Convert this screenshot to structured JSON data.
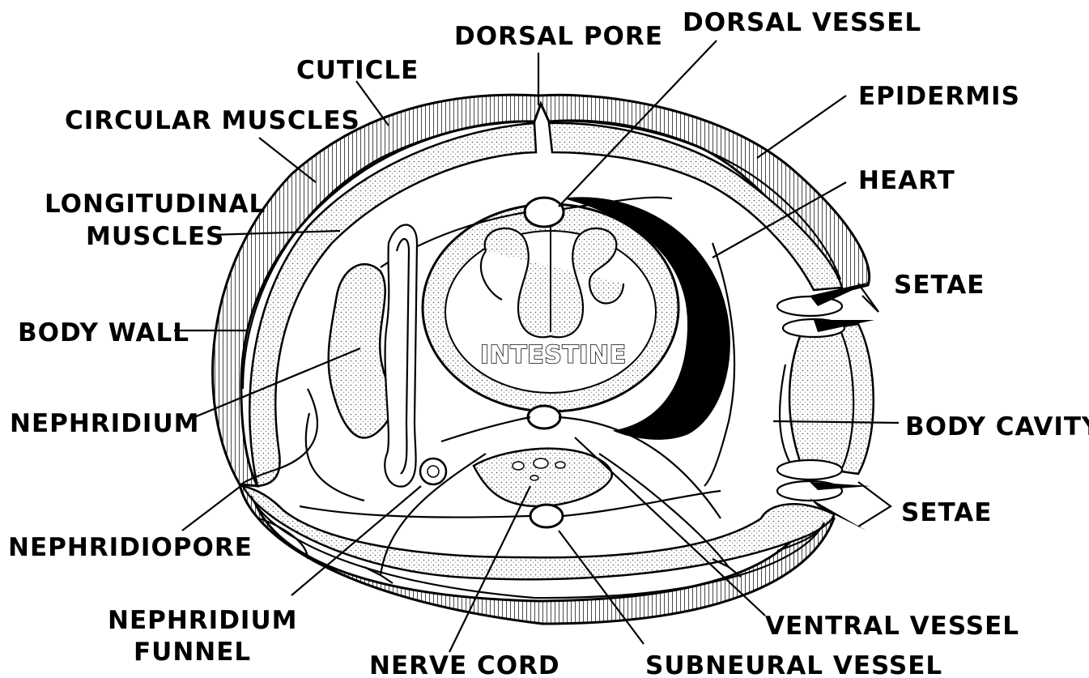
{
  "labels": {
    "dorsal_pore": "DORSAL PORE",
    "dorsal_vessel": "DORSAL VESSEL",
    "cuticle": "CUTICLE",
    "epidermis": "EPIDERMIS",
    "circular_muscles": "CIRCULAR MUSCLES",
    "heart": "HEART",
    "longitudinal_muscles_1": "LONGITUDINAL",
    "longitudinal_muscles_2": "MUSCLES",
    "setae_top": "SETAE",
    "body_wall": "BODY WALL",
    "intestine": "INTESTINE",
    "nephridium": "NEPHRIDIUM",
    "body_cavity": "BODY CAVITY",
    "nephridiopore": "NEPHRIDIOPORE",
    "setae_bottom": "SETAE",
    "nephridium_funnel_1": "NEPHRIDIUM",
    "nephridium_funnel_2": "FUNNEL",
    "ventral_vessel": "VENTRAL VESSEL",
    "nerve_cord": "NERVE CORD",
    "subneural_vessel": "SUBNEURAL VESSEL"
  },
  "colors": {
    "ink": "#000000",
    "paper": "#ffffff",
    "stipple": "#d9d9d9"
  }
}
